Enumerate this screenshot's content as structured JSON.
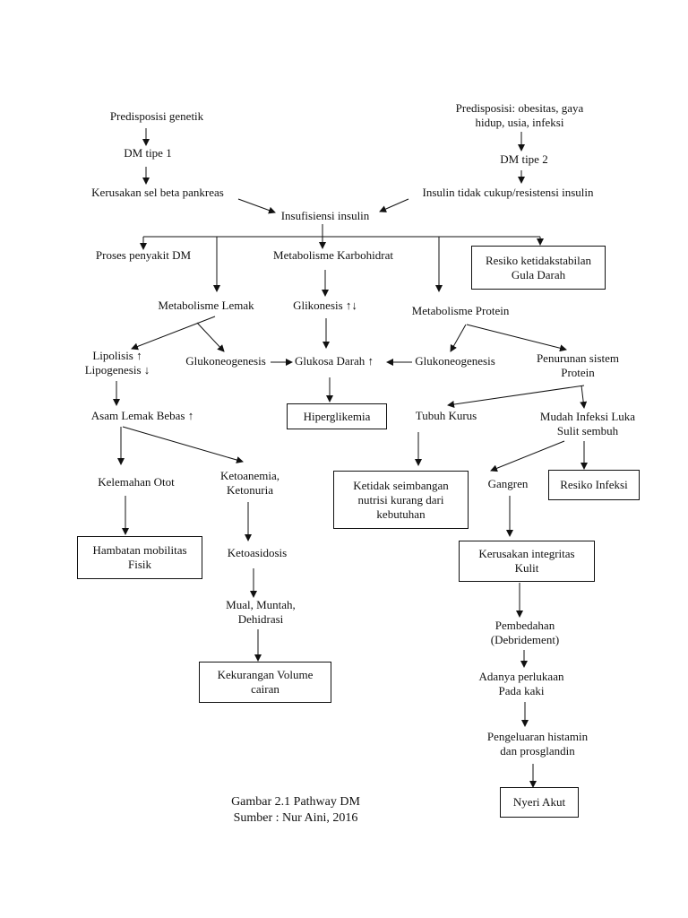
{
  "nodes": {
    "predisposisi_genetik": [
      "Predisposisi genetik"
    ],
    "predisposisi_obesitas": [
      "Predisposisi: obesitas, gaya",
      "hidup, usia, infeksi"
    ],
    "dm_tipe1": [
      "DM tipe 1"
    ],
    "dm_tipe2": [
      "DM tipe 2"
    ],
    "kerusakan_sel_beta": [
      "Kerusakan sel beta pankreas"
    ],
    "insulin_tidak_cukup": [
      "Insulin tidak cukup/resistensi insulin"
    ],
    "insufisiensi_insulin": [
      "Insufisiensi insulin"
    ],
    "proses_penyakit": [
      "Proses penyakit DM"
    ],
    "metabolisme_karbohidrat": [
      "Metabolisme Karbohidrat"
    ],
    "resiko_ketidakstabilan": [
      "Resiko ketidakstabilan",
      "Gula Darah"
    ],
    "metabolisme_lemak": [
      "Metabolisme Lemak"
    ],
    "glikonesis": [
      "Glikonesis ↑↓"
    ],
    "metabolisme_protein": [
      "Metabolisme Protein"
    ],
    "lipolisis": [
      "Lipolisis ↑",
      "Lipogenesis ↓"
    ],
    "glukoneogenesis_left": [
      "Glukoneogenesis"
    ],
    "glukosa_darah": [
      "Glukosa Darah ↑"
    ],
    "glukoneogenesis_right": [
      "Glukoneogenesis"
    ],
    "penurunan_protein": [
      "Penurunan sistem",
      "Protein"
    ],
    "asam_lemak": [
      "Asam Lemak Bebas ↑"
    ],
    "hiperglikemia": [
      "Hiperglikemia"
    ],
    "tubuh_kurus": [
      "Tubuh Kurus"
    ],
    "mudah_infeksi": [
      "Mudah Infeksi Luka",
      "Sulit sembuh"
    ],
    "kelemahan_otot": [
      "Kelemahan Otot"
    ],
    "ketoanemia": [
      "Ketoanemia,",
      "Ketonuria"
    ],
    "ketidak_seimbangan": [
      "Ketidak seimbangan",
      "nutrisi kurang dari",
      "kebutuhan"
    ],
    "gangren": [
      "Gangren"
    ],
    "resiko_infeksi": [
      "Resiko Infeksi"
    ],
    "hambatan_mobilitas": [
      "Hambatan mobilitas",
      "Fisik"
    ],
    "ketoasidosis": [
      "Ketoasidosis"
    ],
    "kerusakan_integritas": [
      "Kerusakan integritas",
      "Kulit"
    ],
    "mual_muntah": [
      "Mual, Muntah,",
      "Dehidrasi"
    ],
    "pembedahan": [
      "Pembedahan",
      "(Debridement)"
    ],
    "kekurangan_volume": [
      "Kekurangan Volume",
      "cairan"
    ],
    "adanya_perlukaan": [
      "Adanya perlukaan",
      "Pada kaki"
    ],
    "pengeluaran_histamin": [
      "Pengeluaran histamin",
      "dan prosglandin"
    ],
    "nyeri_akut": [
      "Nyeri Akut"
    ]
  },
  "caption": {
    "line1": "Gambar 2.1 Pathway DM",
    "line2": "Sumber : Nur Aini, 2016"
  }
}
